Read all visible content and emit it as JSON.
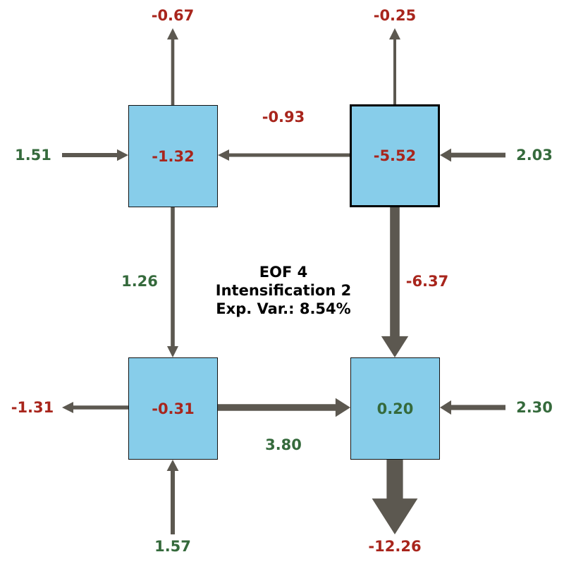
{
  "title": {
    "line1": "EOF 4",
    "line2": "Intensification 2",
    "line3": "Exp. Var.: 8.54%"
  },
  "colors": {
    "box_fill": "#87cdea",
    "arrow": "#5c5850",
    "negative": "#a8251c",
    "positive": "#356a3c"
  },
  "boxes": [
    {
      "id": "top-left",
      "value": "-1.32",
      "sign": "neg",
      "selected": false
    },
    {
      "id": "top-right",
      "value": "-5.52",
      "sign": "neg",
      "selected": true
    },
    {
      "id": "bottom-left",
      "value": "-0.31",
      "sign": "neg",
      "selected": false
    },
    {
      "id": "bottom-right",
      "value": "0.20",
      "sign": "pos",
      "selected": false
    }
  ],
  "flows": [
    {
      "id": "tl-out-top",
      "label": "-0.67",
      "sign": "neg",
      "magnitude": 0.67
    },
    {
      "id": "tr-out-top",
      "label": "-0.25",
      "sign": "neg",
      "magnitude": 0.25
    },
    {
      "id": "in-left-tl",
      "label": "1.51",
      "sign": "pos",
      "magnitude": 1.51
    },
    {
      "id": "tr-to-tl",
      "label": "-0.93",
      "sign": "neg",
      "magnitude": 0.93
    },
    {
      "id": "in-right-tr",
      "label": "2.03",
      "sign": "pos",
      "magnitude": 2.03
    },
    {
      "id": "tl-to-bl",
      "label": "1.26",
      "sign": "pos",
      "magnitude": 1.26
    },
    {
      "id": "tr-to-br",
      "label": "-6.37",
      "sign": "neg",
      "magnitude": 6.37
    },
    {
      "id": "bl-out-left",
      "label": "-1.31",
      "sign": "neg",
      "magnitude": 1.31
    },
    {
      "id": "bl-to-br",
      "label": "3.80",
      "sign": "pos",
      "magnitude": 3.8
    },
    {
      "id": "in-right-br",
      "label": "2.30",
      "sign": "pos",
      "magnitude": 2.3
    },
    {
      "id": "in-bottom-bl",
      "label": "1.57",
      "sign": "pos",
      "magnitude": 1.57
    },
    {
      "id": "br-out-bottom",
      "label": "-12.26",
      "sign": "neg",
      "magnitude": 12.26
    }
  ]
}
